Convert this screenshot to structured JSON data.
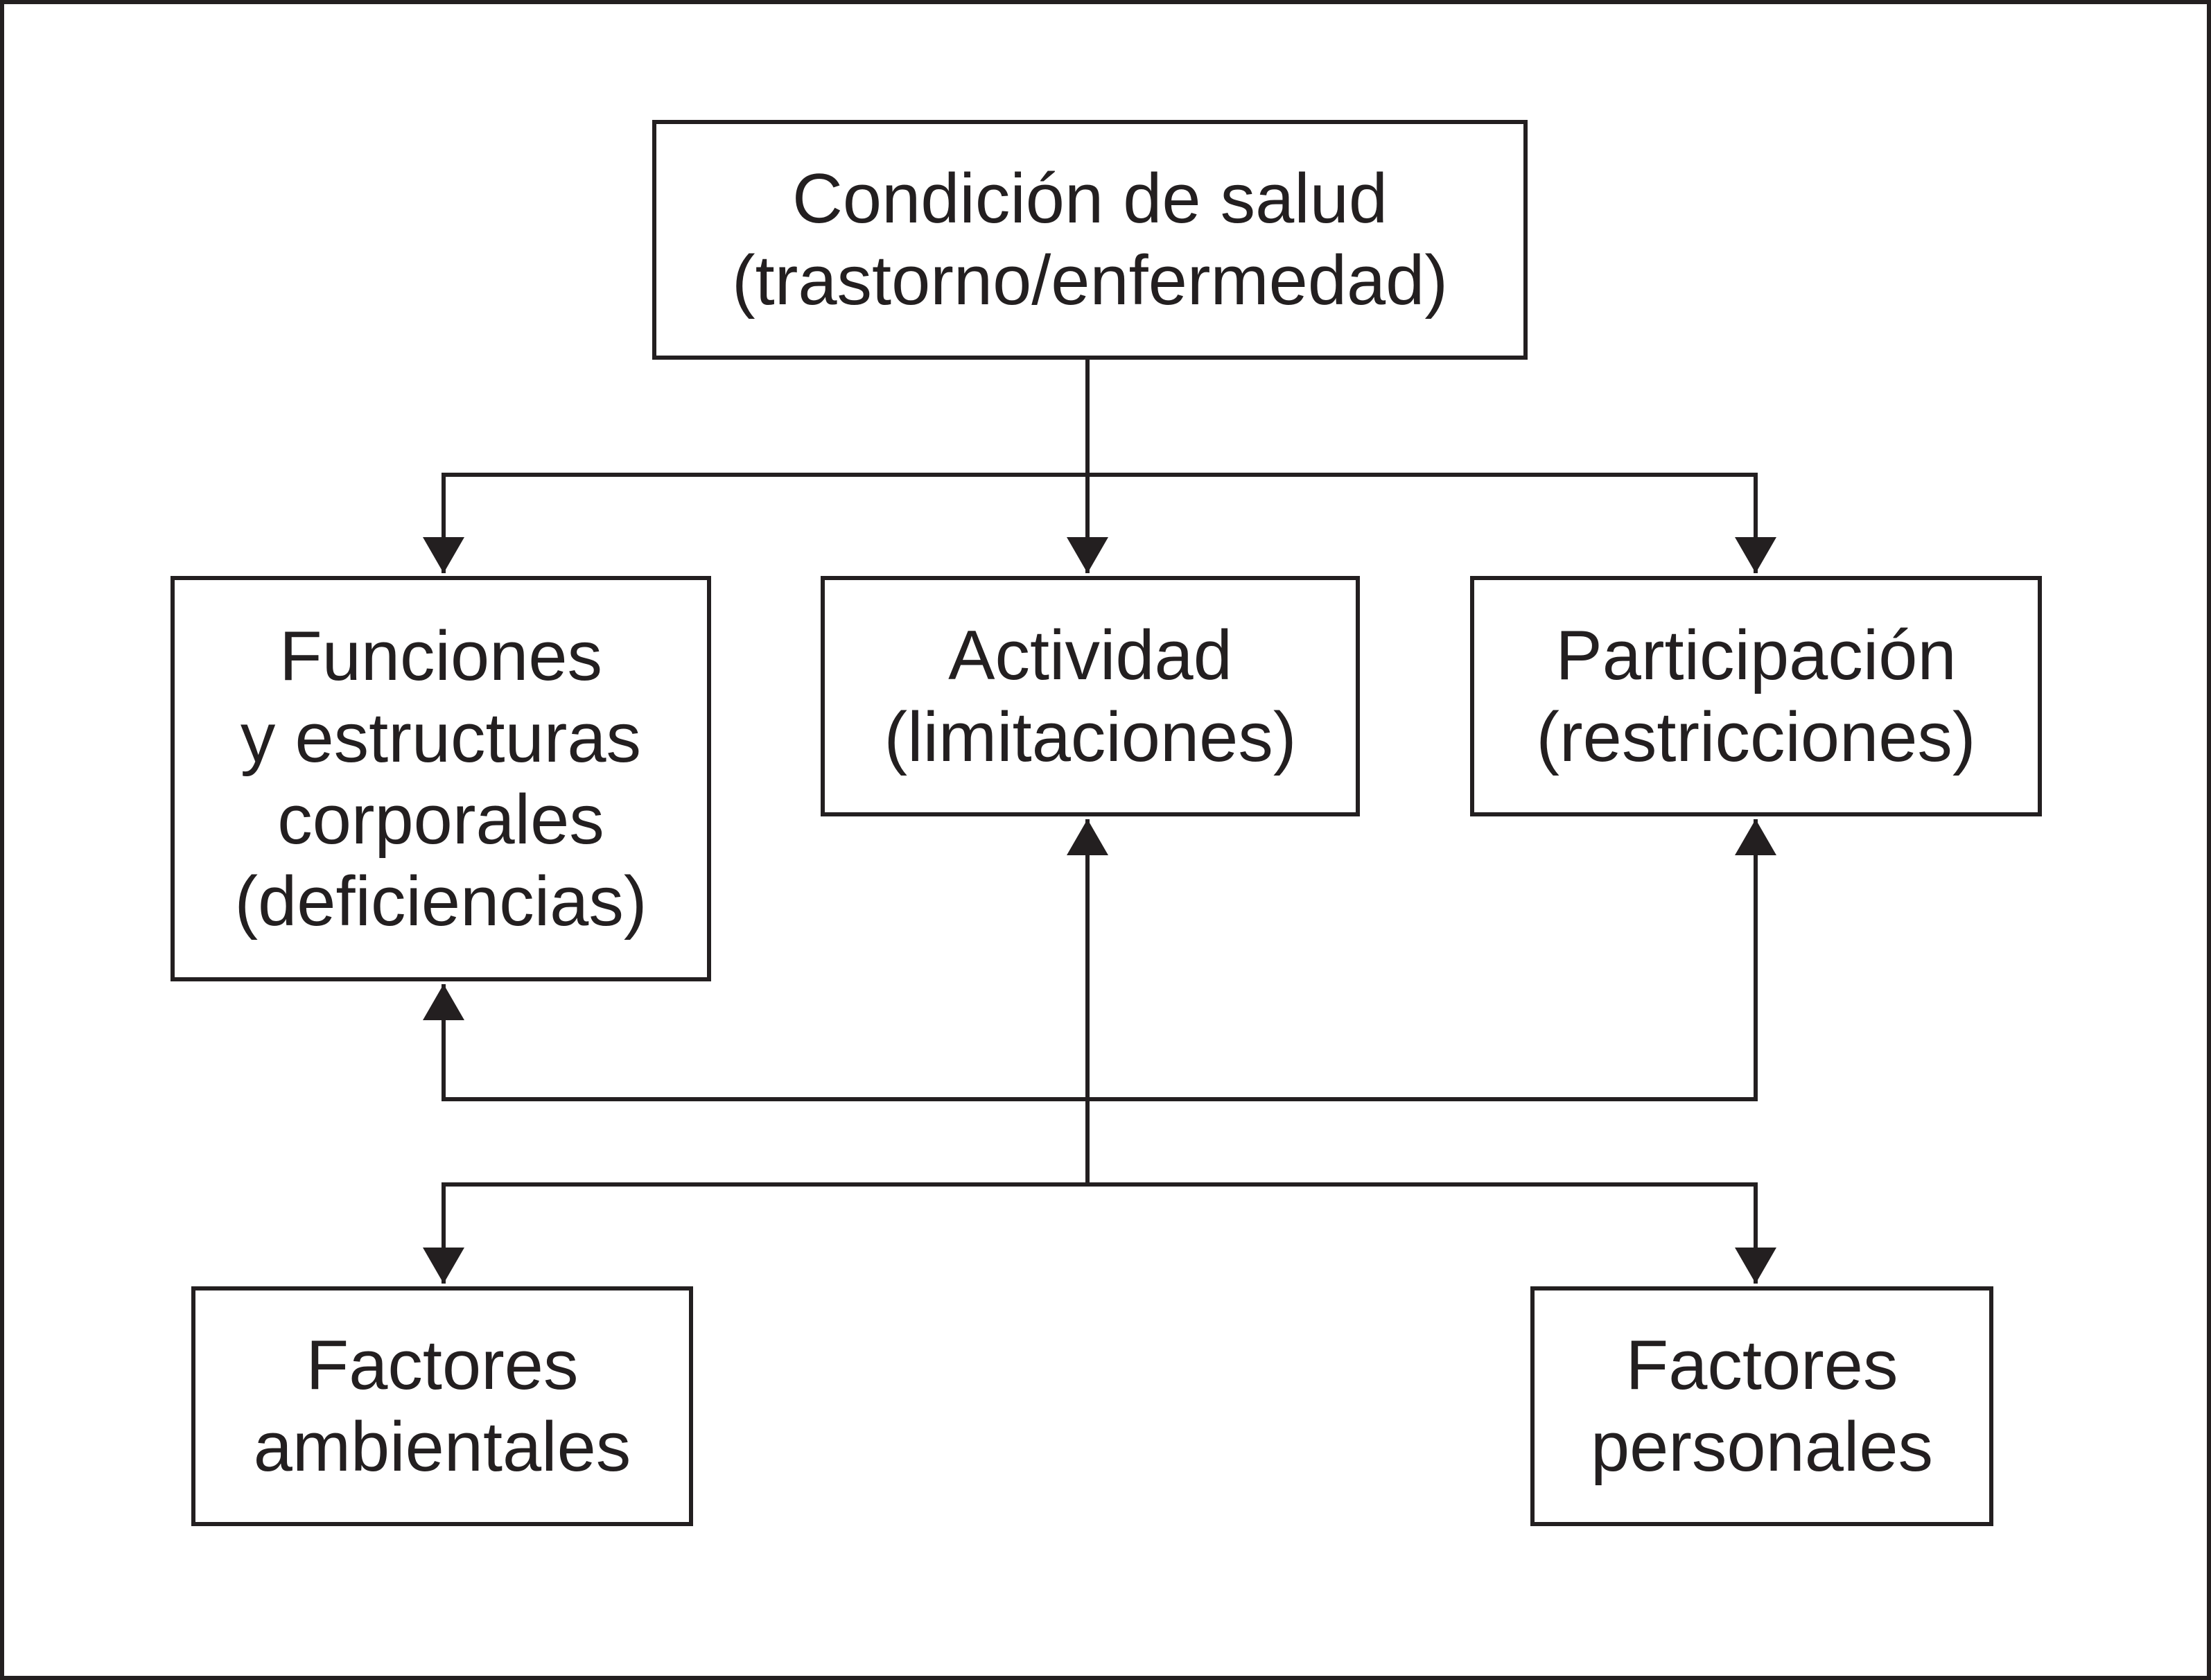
{
  "diagram": {
    "nodes": {
      "health_condition": {
        "line1": "Condición de salud",
        "line2": "(trastorno/enfermedad)"
      },
      "body_functions": {
        "line1": "Funciones",
        "line2": "y estructuras",
        "line3": "corporales",
        "line4": "(deficiencias)"
      },
      "activity": {
        "line1": "Actividad",
        "line2": "(limitaciones)"
      },
      "participation": {
        "line1": "Participación",
        "line2": "(restricciones)"
      },
      "environmental_factors": {
        "line1": "Factores",
        "line2": "ambientales"
      },
      "personal_factors": {
        "line1": "Factores",
        "line2": "personales"
      }
    },
    "edges": [
      {
        "from": "health_condition",
        "to": "body_functions"
      },
      {
        "from": "health_condition",
        "to": "activity"
      },
      {
        "from": "health_condition",
        "to": "participation"
      },
      {
        "from": "contextual_factors",
        "to": "body_functions"
      },
      {
        "from": "contextual_factors",
        "to": "activity"
      },
      {
        "from": "contextual_factors",
        "to": "participation"
      },
      {
        "from": "contextual_factors",
        "to": "environmental_factors"
      },
      {
        "from": "contextual_factors",
        "to": "personal_factors"
      }
    ],
    "colors": {
      "stroke": "#231f20",
      "background": "#ffffff"
    }
  }
}
